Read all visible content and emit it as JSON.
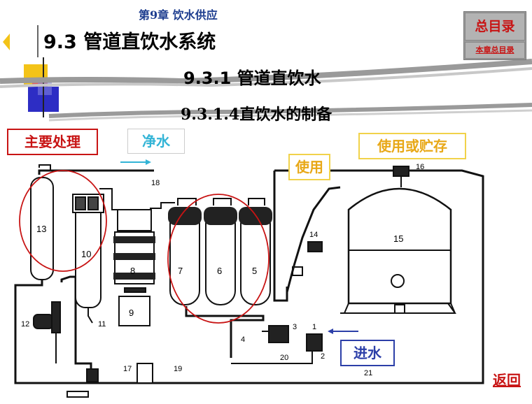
{
  "header": {
    "chapter": "第9章  饮水供应",
    "title": "9.3  管道直饮水系统",
    "subtitle": "9.3.1  管道直饮水",
    "section": "9.3.1.4直饮水的制备"
  },
  "nav": {
    "toc_label": "总目录",
    "chapter_toc_label": "本章总目录",
    "back_label": "返回"
  },
  "diagram": {
    "tags": {
      "main_treatment": "主要处理",
      "clean_water": "净水",
      "use_or_store": "使用或贮存",
      "use": "使用",
      "water_in": "进水"
    },
    "component_numbers": [
      "1",
      "2",
      "3",
      "4",
      "5",
      "6",
      "7",
      "8",
      "9",
      "10",
      "11",
      "12",
      "13",
      "14",
      "15",
      "16",
      "17",
      "18",
      "19",
      "20",
      "21"
    ],
    "colors": {
      "red_circle": "#c81414",
      "flow_arrow_clean": "#33b4d6",
      "flow_arrow_in": "#2c3fa8",
      "accent_yellow": "#f1d24a"
    }
  }
}
